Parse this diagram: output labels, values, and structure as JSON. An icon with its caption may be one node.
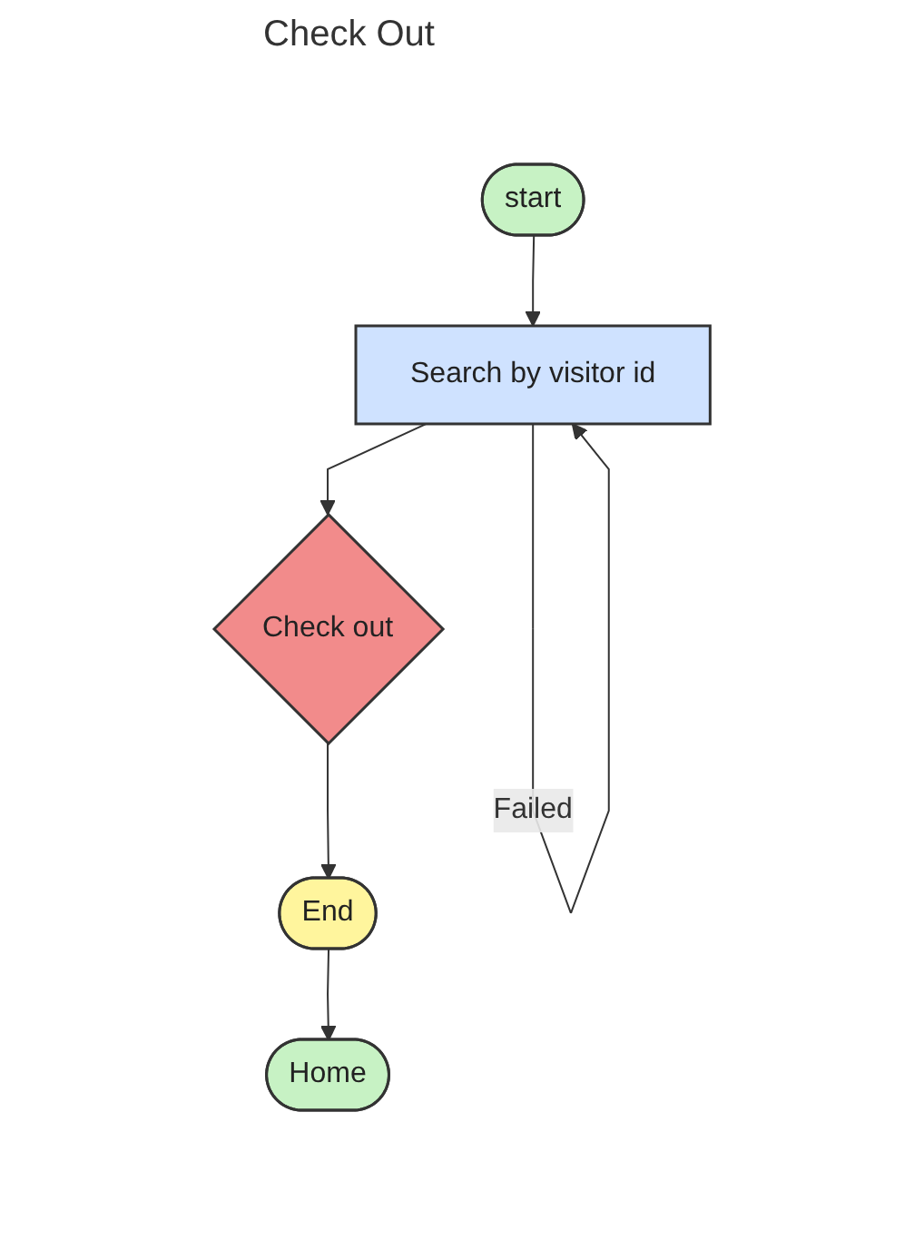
{
  "diagram": {
    "title": "Check Out",
    "nodes": [
      {
        "text": [
          "start"
        ]
      },
      {
        "text": [
          "Search by visitor id"
        ]
      },
      {
        "text": [
          "Check out"
        ]
      },
      {
        "text": [
          "End"
        ]
      },
      {
        "text": [
          "Home"
        ]
      }
    ],
    "edges": [
      {
        "from": 0,
        "to": 1,
        "arrow": "to"
      },
      {
        "from": 1,
        "to": 1,
        "arrow": "to",
        "label": "Failed"
      },
      {
        "from": 1,
        "to": 2,
        "arrow": "to"
      },
      {
        "from": 2,
        "to": 3,
        "arrow": "to"
      },
      {
        "from": 3,
        "to": 4,
        "arrow": "to"
      }
    ]
  }
}
